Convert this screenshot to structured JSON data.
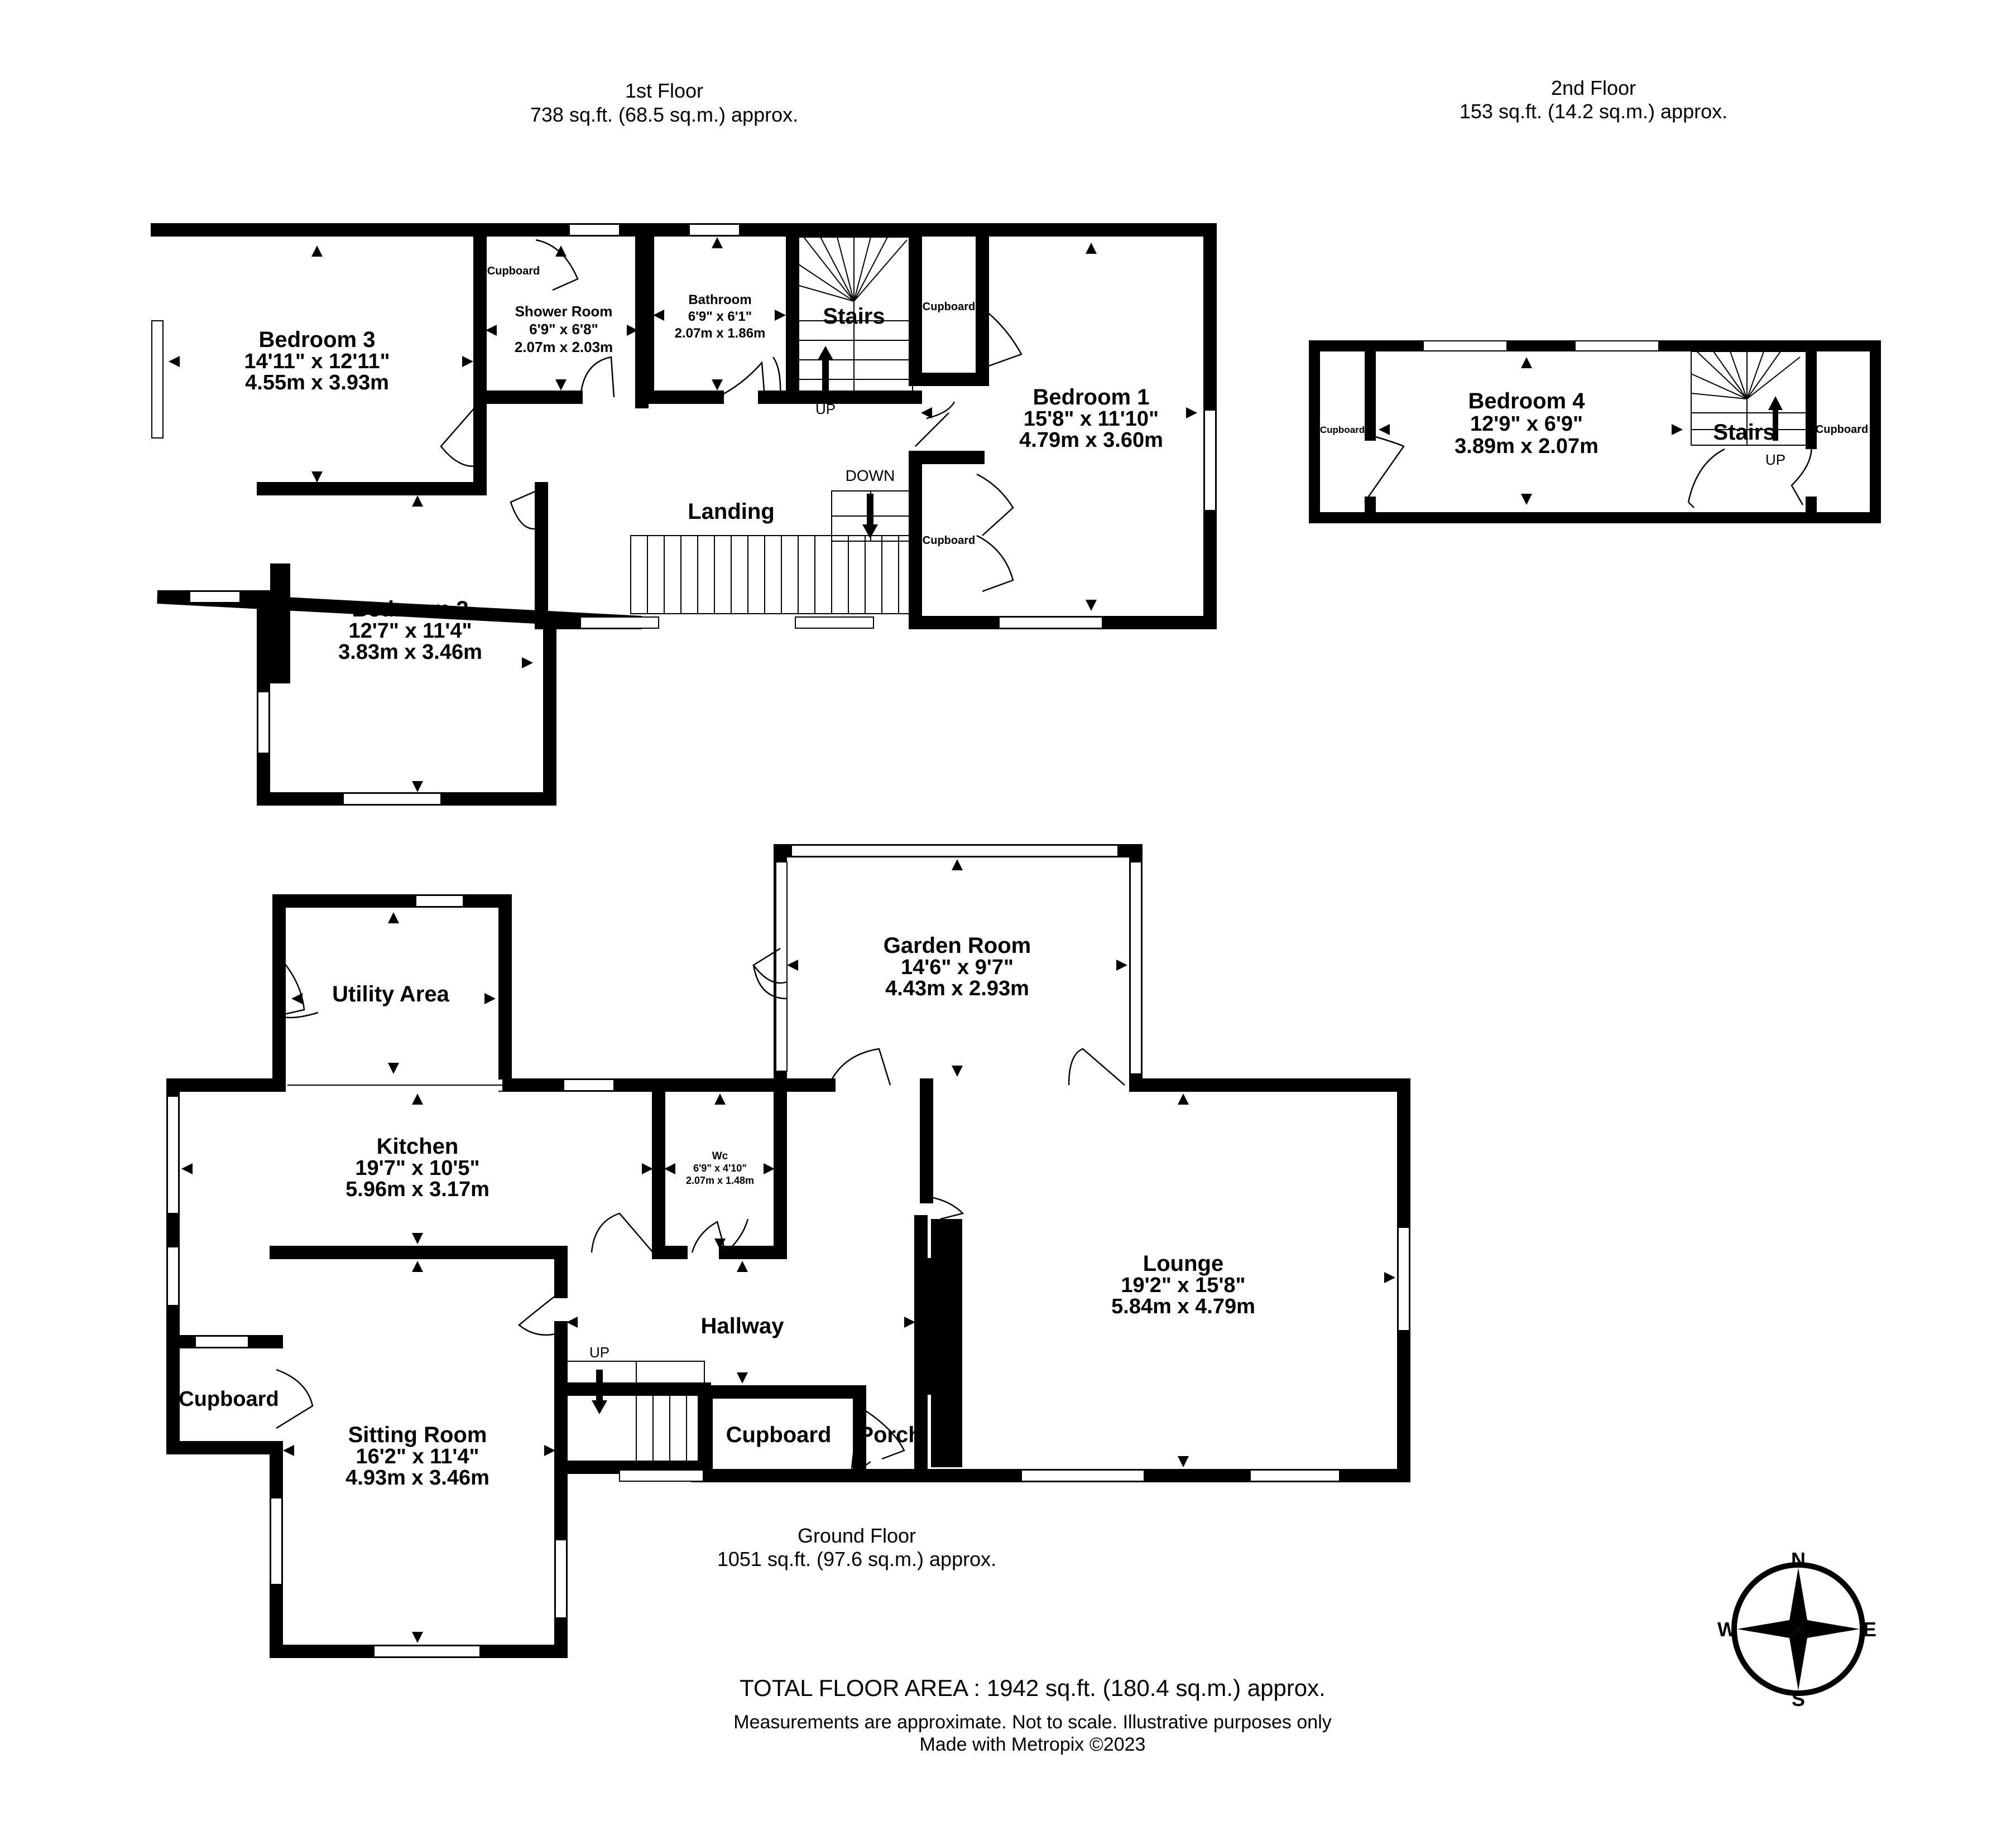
{
  "floors": {
    "first": {
      "title": "1st Floor",
      "area": "738 sq.ft. (68.5 sq.m.) approx."
    },
    "second": {
      "title": "2nd Floor",
      "area": "153 sq.ft. (14.2 sq.m.) approx."
    },
    "ground": {
      "title": "Ground Floor",
      "area": "1051 sq.ft. (97.6 sq.m.) approx."
    }
  },
  "rooms": {
    "bedroom3": {
      "name": "Bedroom 3",
      "imperial": "14'11\"  x 12'11\"",
      "metric": "4.55m  x 3.93m"
    },
    "shower": {
      "name": "Shower Room",
      "imperial": "6'9\"  x 6'8\"",
      "metric": "2.07m  x 2.03m"
    },
    "bathroom": {
      "name": "Bathroom",
      "imperial": "6'9\"  x 6'1\"",
      "metric": "2.07m  x 1.86m"
    },
    "bedroom1": {
      "name": "Bedroom 1",
      "imperial": "15'8\"  x 11'10\"",
      "metric": "4.79m  x 3.60m"
    },
    "bedroom2": {
      "name": "Bedroom 2",
      "imperial": "12'7\"  x 11'4\"",
      "metric": "3.83m  x 3.46m"
    },
    "bedroom4": {
      "name": "Bedroom 4",
      "imperial": "12'9\"  x 6'9\"",
      "metric": "3.89m  x 2.07m"
    },
    "garden": {
      "name": "Garden Room",
      "imperial": "14'6\"  x 9'7\"",
      "metric": "4.43m  x 2.93m"
    },
    "kitchen": {
      "name": "Kitchen",
      "imperial": "19'7\"  x 10'5\"",
      "metric": "5.96m  x 3.17m"
    },
    "wc": {
      "name": "Wc",
      "imperial": "6'9\"  x 4'10\"",
      "metric": "2.07m  x 1.48m"
    },
    "lounge": {
      "name": "Lounge",
      "imperial": "19'2\"  x 15'8\"",
      "metric": "5.84m  x 4.79m"
    },
    "sitting": {
      "name": "Sitting Room",
      "imperial": "16'2\"  x 11'4\"",
      "metric": "4.93m  x 3.46m"
    }
  },
  "labels": {
    "landing": "Landing",
    "stairs": "Stairs",
    "up": "UP",
    "down": "DOWN",
    "cupboard": "Cupboard",
    "utility": "Utility Area",
    "hallway": "Hallway",
    "porch": "Porch"
  },
  "compass": {
    "n": "N",
    "s": "S",
    "e": "E",
    "w": "W"
  },
  "footer": {
    "total": "TOTAL FLOOR AREA : 1942 sq.ft. (180.4 sq.m.) approx.",
    "disclaimer": "Measurements are approximate.  Not to scale.  Illustrative purposes only",
    "credit": "Made with Metropix ©2023"
  }
}
